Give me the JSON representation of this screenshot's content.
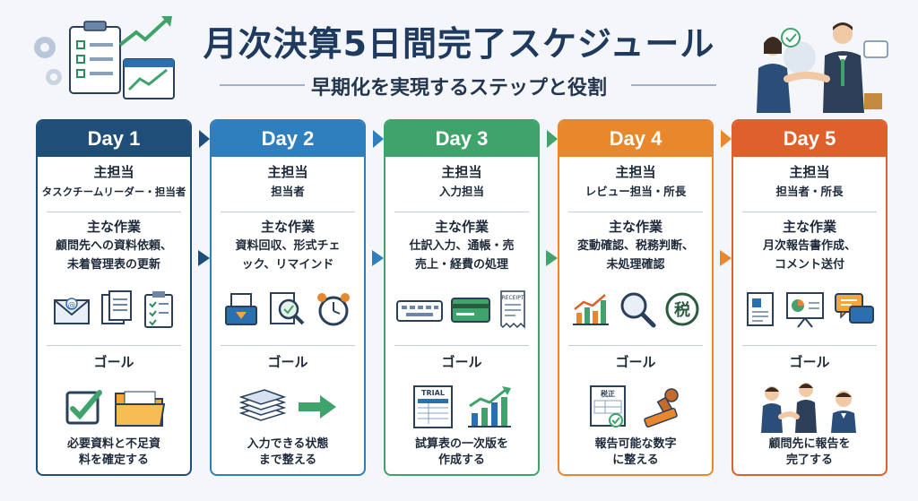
{
  "header": {
    "title": "月次決算5日間完了スケジュール",
    "subtitle": "早期化を実現するステップと役割"
  },
  "labels": {
    "owner": "主担当",
    "task": "主な作業",
    "goal": "ゴール"
  },
  "colors": {
    "day1": "#1f4e79",
    "day2": "#2f7fbf",
    "day3": "#3fa36b",
    "day4": "#e8872b",
    "day5": "#e0602c"
  },
  "days": [
    {
      "title": "Day 1",
      "owner": "タスクチームリーダー・担当者",
      "task_line1": "顧問先への資料依頼、",
      "task_line2": "未着管理表の更新",
      "goal_line1": "必要資料と不足資",
      "goal_line2": "料を確定する"
    },
    {
      "title": "Day 2",
      "owner": "担当者",
      "task_line1": "資料回収、形式チェ",
      "task_line2": "ック、リマインド",
      "goal_line1": "入力できる状態",
      "goal_line2": "まで整える"
    },
    {
      "title": "Day 3",
      "owner": "入力担当",
      "task_line1": "仕訳入力、通帳・売",
      "task_line2": "売上・経費の処理",
      "goal_line1": "試算表の一次版を",
      "goal_line2": "作成する",
      "receipt_text": "RECEIPT",
      "trial_text": "TRIAL"
    },
    {
      "title": "Day 4",
      "owner": "レビュー担当・所長",
      "task_line1": "変動確認、税務判断、",
      "task_line2": "未処理確認",
      "goal_line1": "報告可能な数字",
      "goal_line2": "に整える",
      "tax_text": "税",
      "tax_form_text": "税正"
    },
    {
      "title": "Day 5",
      "owner": "担当者・所長",
      "task_line1": "月次報告書作成、",
      "task_line2": "コメント送付",
      "goal_line1": "顧問先に報告を",
      "goal_line2": "完了する"
    }
  ]
}
